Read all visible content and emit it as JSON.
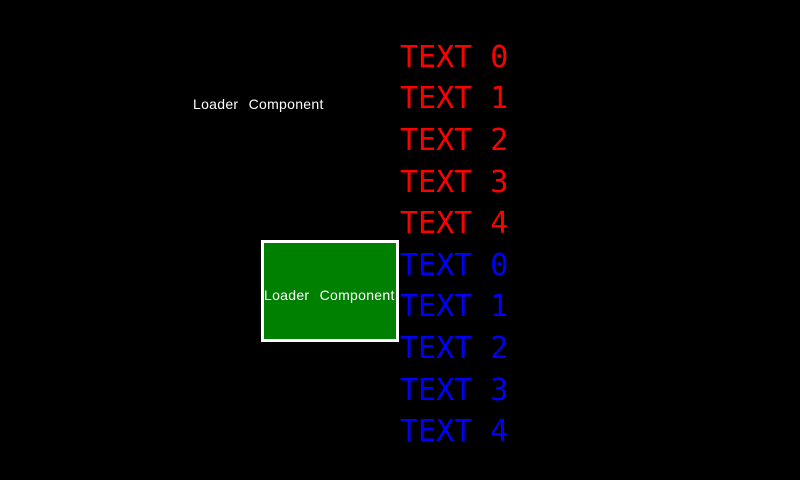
{
  "floating_label": {
    "text": "Loader Component"
  },
  "panel": {
    "label": "Loader Component"
  },
  "red_list": {
    "items": [
      "TEXT 0",
      "TEXT 1",
      "TEXT 2",
      "TEXT 3",
      "TEXT 4"
    ]
  },
  "blue_list": {
    "items": [
      "TEXT 0",
      "TEXT 1",
      "TEXT 2",
      "TEXT 3",
      "TEXT 4"
    ]
  },
  "colors": {
    "screen-bg": "#000000",
    "label-text": "#ffffff",
    "panel-fill": "#008000",
    "panel-border": "#ffffff",
    "red-list": "#ff0000",
    "blue-list": "#0000ff"
  }
}
